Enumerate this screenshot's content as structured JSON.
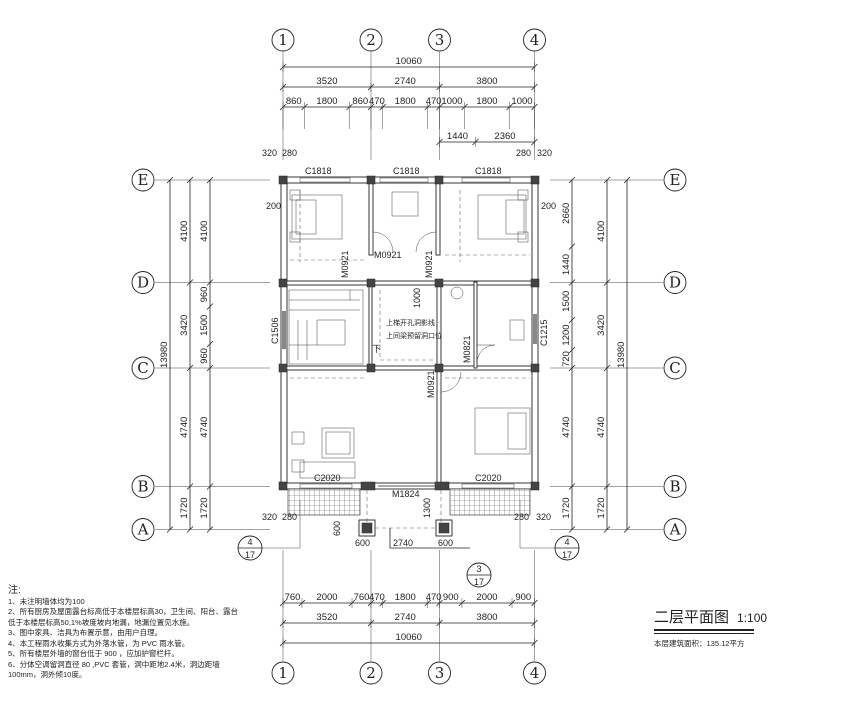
{
  "grids": {
    "columns": [
      {
        "label": "1"
      },
      {
        "label": "2"
      },
      {
        "label": "3"
      },
      {
        "label": "4"
      }
    ],
    "rows": [
      {
        "label": "E"
      },
      {
        "label": "D"
      },
      {
        "label": "C"
      },
      {
        "label": "B"
      },
      {
        "label": "A"
      }
    ]
  },
  "dims_top": {
    "total": [
      10060
    ],
    "axes": [
      3520,
      2740,
      3800
    ],
    "detail": [
      860,
      1800,
      860,
      470,
      1800,
      470,
      1000,
      1800,
      1000
    ],
    "partial": [
      1440,
      2360
    ]
  },
  "dims_bottom": {
    "detail": [
      760,
      2000,
      760,
      470,
      1800,
      470,
      900,
      2000,
      900
    ],
    "axes": [
      3520,
      2740,
      3800
    ],
    "total": [
      10060
    ]
  },
  "dims_left": {
    "detail": [
      4100,
      960,
      1500,
      960,
      4740,
      1720
    ],
    "axes": [
      4100,
      3420,
      4740,
      1720
    ],
    "total": [
      13980
    ]
  },
  "dims_right": {
    "detail": [
      2660,
      1440,
      1500,
      1200,
      720,
      4740,
      1720
    ],
    "axes": [
      4100,
      3420,
      4740,
      1720
    ],
    "total": [
      13980
    ]
  },
  "small_dims": {
    "d320": "320",
    "d280": "280",
    "d200": "200",
    "d600": "600",
    "d2740": "2740",
    "d1300": "1300",
    "d1000": "1000"
  },
  "openings": {
    "c1818a": "C1818",
    "c1818b": "C1818",
    "c1818c": "C1818",
    "m0921a": "M0921",
    "m0921b": "M0921",
    "m0921c": "M0921",
    "c1506": "C1506",
    "c1215": "C1215",
    "m0821": "M0821",
    "c2020a": "C2020",
    "c2020b": "C2020",
    "m1824": "M1824"
  },
  "annotations": {
    "hole_line": "上梯开孔洞影线",
    "hole_note": "上间梁预留洞口位",
    "stair_down": "下"
  },
  "details": [
    {
      "num": "4",
      "sheet": "17"
    },
    {
      "num": "4",
      "sheet": "17"
    },
    {
      "num": "3",
      "sheet": "17"
    }
  ],
  "notes": {
    "heading": "注:",
    "items": [
      "1、未注明墙体均为100",
      "2、所有厨房及屋面露台标高低于本楼层标高30，卫生间、阳台、露台低于本楼层标高50,1%坡度坡向地漏，地漏位置见水施。",
      "3、图中家具、洁具为布置示意，由用户自理。",
      "4、本工程雨水收集方式为外落水管，为 PVC 雨水管。",
      "5、所有楼层外墙的窗台低于 900 ，应加护窗栏杆。",
      "6、分体空调留洞直径 80 ,PVC 套管，洞中距地2.4米，洞边距墙 100mm，洞外倾10度。"
    ]
  },
  "title": {
    "name": "二层平面图",
    "scale": "1:100",
    "area": "本层建筑面积：135.12平方"
  }
}
